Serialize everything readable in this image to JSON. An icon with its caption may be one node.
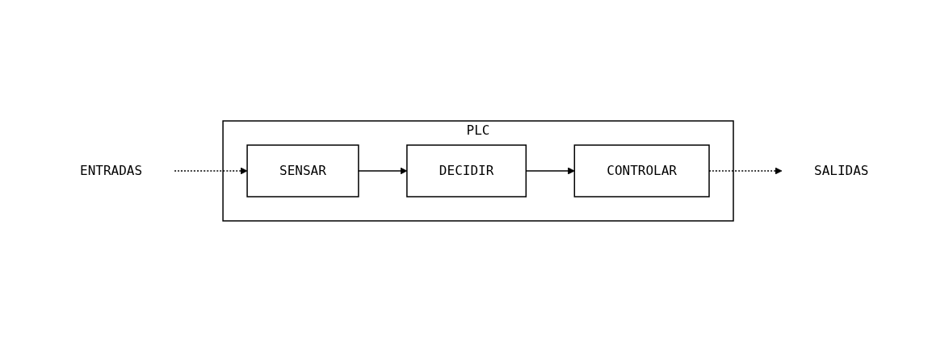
{
  "diagram": {
    "nodes": [
      {
        "text": [
          "PLC"
        ]
      },
      {
        "text": [
          "ENTRADAS"
        ]
      },
      {
        "text": [
          "SENSAR"
        ],
        "in": 0
      },
      {
        "text": [
          "DECIDIR"
        ],
        "in": 0
      },
      {
        "text": [
          "CONTROLAR"
        ],
        "in": 0
      },
      {
        "text": [
          "SALIDAS"
        ]
      }
    ],
    "edges": [
      {
        "from": 1,
        "to": 2,
        "arrow": "to",
        "style": "dashed"
      },
      {
        "from": 2,
        "to": 3,
        "arrow": "to"
      },
      {
        "from": 3,
        "to": 4,
        "arrow": "to"
      },
      {
        "from": 4,
        "to": 5,
        "arrow": "to",
        "style": "dashed"
      }
    ]
  }
}
